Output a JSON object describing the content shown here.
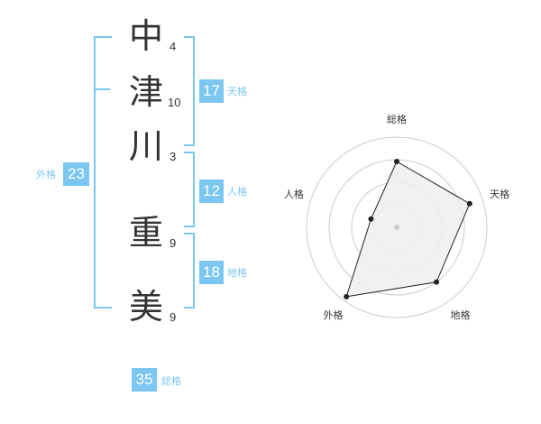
{
  "name": {
    "chars": [
      {
        "char": "中",
        "strokes": "4"
      },
      {
        "char": "津",
        "strokes": "10"
      },
      {
        "char": "川",
        "strokes": "3"
      },
      {
        "char": "重",
        "strokes": "9"
      },
      {
        "char": "美",
        "strokes": "9"
      }
    ]
  },
  "fortune": {
    "tenkaku": {
      "value": "17",
      "label": "天格"
    },
    "jinkaku": {
      "value": "12",
      "label": "人格"
    },
    "chikaku": {
      "value": "18",
      "label": "地格"
    },
    "gaikaku": {
      "value": "23",
      "label": "外格"
    },
    "soukaku": {
      "value": "35",
      "label": "総格"
    }
  },
  "colors": {
    "accent": "#7cc6f2",
    "text": "#333333",
    "grid": "#cccccc",
    "fill": "#eeeeee"
  },
  "chart_data": {
    "type": "radar",
    "axes": [
      "総格",
      "天格",
      "地格",
      "外格",
      "人格"
    ],
    "values": [
      0.73,
      0.85,
      0.75,
      0.95,
      0.3
    ],
    "rings": 4
  }
}
